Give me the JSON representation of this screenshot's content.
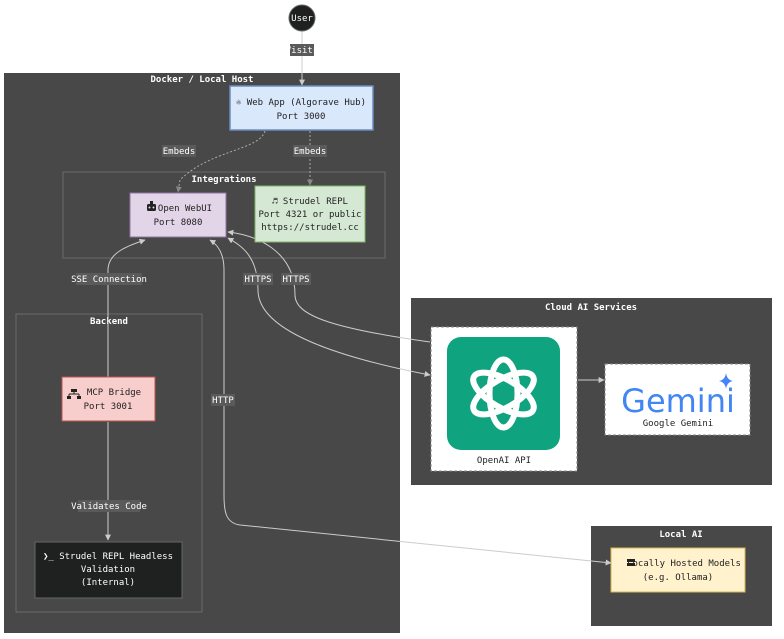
{
  "user": {
    "label": "User"
  },
  "edges": {
    "visits": "Visits",
    "embeds_left": "Embeds",
    "embeds_right": "Embeds",
    "sse": "SSE Connection",
    "https_1": "HTTPS",
    "https_2": "HTTPS",
    "http": "HTTP",
    "validates": "Validates Code"
  },
  "groups": {
    "docker": "Docker / Local Host",
    "integrations": "Integrations",
    "backend": "Backend",
    "cloud": "Cloud AI Services",
    "local_ai": "Local AI"
  },
  "nodes": {
    "webapp": {
      "icon": "atom-icon",
      "line1": "⚛ Web App (Algorave Hub)",
      "line2": "Port 3000"
    },
    "openwebui": {
      "icon": "robot-icon",
      "line1": "Open WebUI",
      "line2": "Port 8080"
    },
    "strudel": {
      "icon": "music-note-icon",
      "line1": "♬ Strudel REPL",
      "line2": "Port 4321 or public",
      "line3": "https://strudel.cc"
    },
    "mcp": {
      "icon": "network-icon",
      "line1": "MCP Bridge",
      "line2": "Port 3001"
    },
    "headless": {
      "icon": "terminal-icon",
      "line1": "❯_ Strudel REPL Headless",
      "line2": "Validation",
      "line3": "(Internal)"
    },
    "openai": {
      "icon": "openai-logo-icon",
      "label": "OpenAI API"
    },
    "gemini": {
      "icon": "gemini-logo-icon",
      "logo_text": "Gemini",
      "label": "Google Gemini"
    },
    "local_models": {
      "icon": "server-icon",
      "line1": "Locally Hosted Models",
      "line2": "(e.g. Ollama)"
    }
  },
  "colors": {
    "group_bg": "#484848",
    "webapp": "#dae8fc",
    "openwebui": "#e1d5e7",
    "strudel": "#d5e8d4",
    "mcp": "#f8cecc",
    "headless": "#1f2020",
    "local_models": "#fff2cc",
    "openai_green": "#10a37f",
    "gemini_blue": "#4285f4"
  }
}
